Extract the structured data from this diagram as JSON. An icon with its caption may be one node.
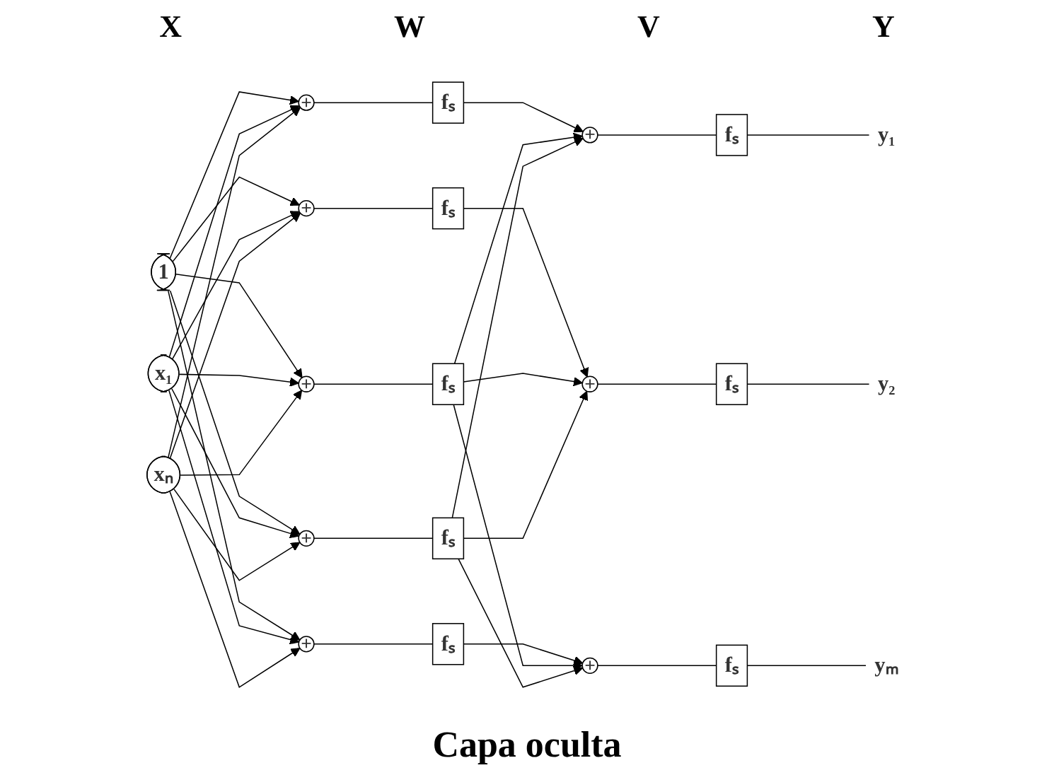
{
  "diagram": {
    "caption": "Capa oculta",
    "nodes": [
      {
        "text": [
          "1"
        ]
      },
      {
        "text": [
          "x₁"
        ]
      },
      {
        "text": [
          "xₙ"
        ]
      },
      {
        "text": [
          "+"
        ]
      },
      {
        "text": [
          "+"
        ]
      },
      {
        "text": [
          "+"
        ]
      },
      {
        "text": [
          "+"
        ]
      },
      {
        "text": [
          "+"
        ]
      },
      {
        "text": [
          "fₛ"
        ]
      },
      {
        "text": [
          "fₛ"
        ]
      },
      {
        "text": [
          "fₛ"
        ]
      },
      {
        "text": [
          "fₛ"
        ]
      },
      {
        "text": [
          "fₛ"
        ]
      },
      {
        "text": [
          "+"
        ]
      },
      {
        "text": [
          "+"
        ]
      },
      {
        "text": [
          "+"
        ]
      },
      {
        "text": [
          "fₛ"
        ]
      },
      {
        "text": [
          "fₛ"
        ]
      },
      {
        "text": [
          "fₛ"
        ]
      },
      {
        "text": [
          "y₁"
        ]
      },
      {
        "text": [
          "y₂"
        ]
      },
      {
        "text": [
          "yₘ"
        ]
      }
    ],
    "edges": [
      {
        "from": 0,
        "to": 3,
        "arrow": "to"
      },
      {
        "from": 0,
        "to": 4,
        "arrow": "to"
      },
      {
        "from": 0,
        "to": 5,
        "arrow": "to"
      },
      {
        "from": 0,
        "to": 6,
        "arrow": "to"
      },
      {
        "from": 0,
        "to": 7,
        "arrow": "to"
      },
      {
        "from": 1,
        "to": 3,
        "arrow": "to"
      },
      {
        "from": 1,
        "to": 4,
        "arrow": "to"
      },
      {
        "from": 1,
        "to": 5,
        "arrow": "to"
      },
      {
        "from": 1,
        "to": 6,
        "arrow": "to"
      },
      {
        "from": 1,
        "to": 7,
        "arrow": "to"
      },
      {
        "from": 2,
        "to": 3,
        "arrow": "to"
      },
      {
        "from": 2,
        "to": 4,
        "arrow": "to"
      },
      {
        "from": 2,
        "to": 5,
        "arrow": "to"
      },
      {
        "from": 2,
        "to": 6,
        "arrow": "to"
      },
      {
        "from": 2,
        "to": 7,
        "arrow": "to"
      },
      {
        "from": 3,
        "to": 8,
        "arrow": "none"
      },
      {
        "from": 4,
        "to": 9,
        "arrow": "none"
      },
      {
        "from": 5,
        "to": 10,
        "arrow": "none"
      },
      {
        "from": 6,
        "to": 11,
        "arrow": "none"
      },
      {
        "from": 7,
        "to": 12,
        "arrow": "none"
      },
      {
        "from": 8,
        "to": 13,
        "arrow": "to"
      },
      {
        "from": 9,
        "to": 14,
        "arrow": "to"
      },
      {
        "from": 10,
        "to": 15,
        "arrow": "to"
      },
      {
        "from": 11,
        "to": 13,
        "arrow": "to"
      },
      {
        "from": 11,
        "to": 14,
        "arrow": "to"
      },
      {
        "from": 11,
        "to": 15,
        "arrow": "to"
      },
      {
        "from": 12,
        "to": 13,
        "arrow": "to"
      },
      {
        "from": 12,
        "to": 14,
        "arrow": "to"
      },
      {
        "from": 12,
        "to": 15,
        "arrow": "to"
      },
      {
        "from": 13,
        "to": 16,
        "arrow": "none"
      },
      {
        "from": 14,
        "to": 17,
        "arrow": "none"
      },
      {
        "from": 15,
        "to": 18,
        "arrow": "none"
      },
      {
        "from": 16,
        "to": 19,
        "arrow": "none"
      },
      {
        "from": 17,
        "to": 20,
        "arrow": "none"
      },
      {
        "from": 18,
        "to": 21,
        "arrow": "none"
      }
    ],
    "labels": [
      "X",
      "W",
      "V",
      "Y"
    ]
  }
}
